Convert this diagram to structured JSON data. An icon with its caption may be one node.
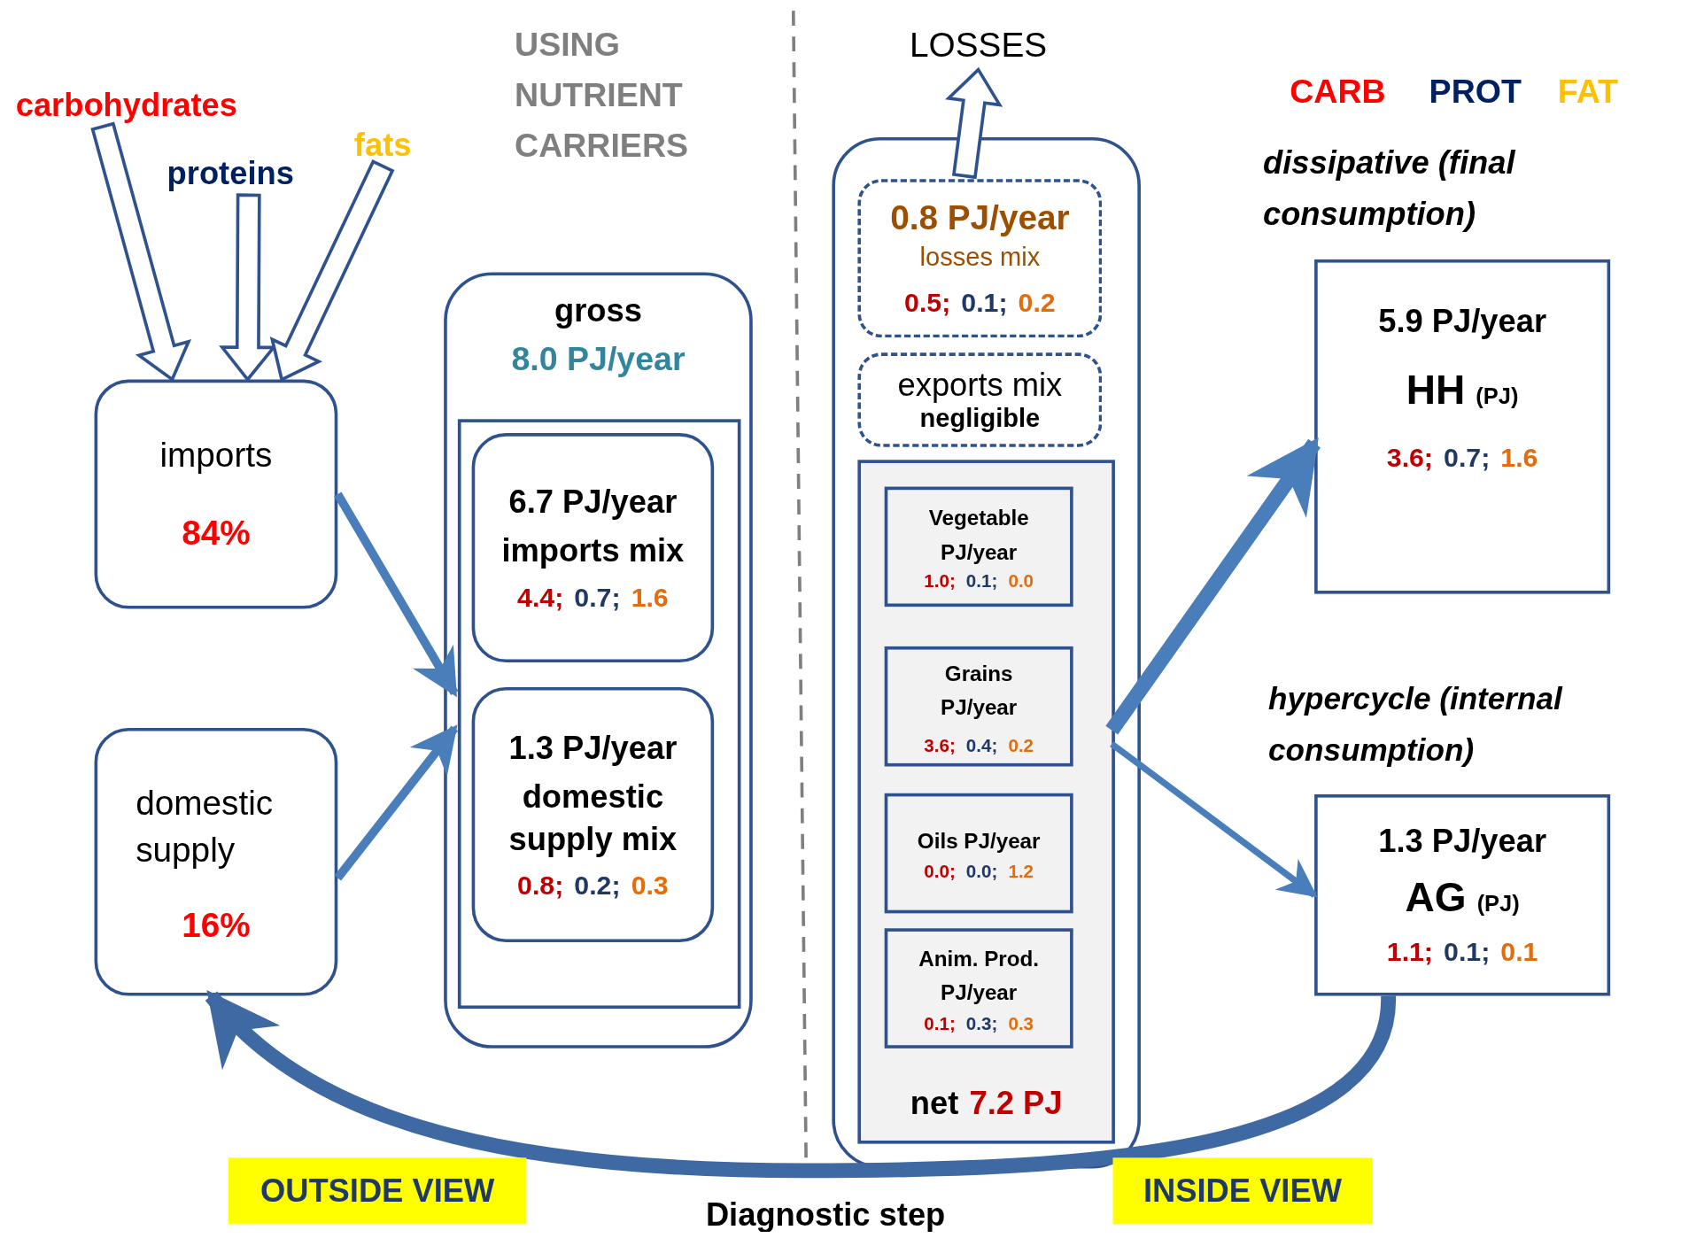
{
  "diagram": {
    "nodes": [
      {
        "text": [
          "carbohydrates"
        ]
      },
      {
        "text": [
          "proteins"
        ]
      },
      {
        "text": [
          "fats"
        ]
      },
      {
        "text": [
          "imports",
          "84%"
        ]
      },
      {
        "text": [
          "domestic supply",
          "16%"
        ]
      },
      {
        "text": [
          "gross",
          "8.0 PJ/year"
        ]
      },
      {
        "text": [],
        "shape": "box",
        "in": 5
      },
      {
        "text": [
          "6.7 PJ/year",
          "imports mix",
          "4.4;",
          "0.7;",
          "1.6"
        ],
        "in": 6
      },
      {
        "text": [
          "1.3 PJ/year",
          "domestic supply mix",
          "0.8;",
          "0.2;",
          "0.3"
        ],
        "in": 6
      },
      {
        "text": [],
        "shape": "box"
      },
      {
        "text": [
          "0.8 PJ/year",
          "losses mix",
          "0.5;",
          "0.1;",
          "0.2"
        ],
        "in": 9
      },
      {
        "text": [
          "exports mix",
          "negligible"
        ],
        "in": 9
      },
      {
        "text": [
          "net",
          "7.2 PJ"
        ],
        "in": 9
      },
      {
        "text": [
          "Vegetable PJ/year",
          "1.0;",
          "0.1;",
          "0.0"
        ],
        "in": 12
      },
      {
        "text": [
          "Grains PJ/year",
          "3.6;",
          "0.4;",
          "0.2"
        ],
        "in": 12
      },
      {
        "text": [
          "Oils PJ/year",
          "0.0;",
          "0.0;",
          "1.2"
        ],
        "in": 12
      },
      {
        "text": [
          "Anim. Prod. PJ/year",
          "0.1;",
          "0.3;",
          "0.3"
        ],
        "in": 12
      },
      {
        "text": [
          "LOSSES"
        ]
      },
      {
        "text": [
          "5.9  PJ/year",
          "HH",
          "(PJ)",
          "3.6;",
          "0.7;",
          "1.6"
        ]
      },
      {
        "text": [
          "1.3 PJ/year",
          "AG",
          "(PJ)",
          "1.1;",
          "0.1;",
          "0.1"
        ]
      }
    ],
    "edges": [
      {
        "from": 0,
        "to": 3,
        "arrow": "to",
        "style": "thick"
      },
      {
        "from": 1,
        "to": 3,
        "arrow": "to",
        "style": "thick"
      },
      {
        "from": 2,
        "to": 3,
        "arrow": "to",
        "style": "thick"
      },
      {
        "from": 3,
        "to": 6,
        "arrow": "to"
      },
      {
        "from": 4,
        "to": 6,
        "arrow": "to"
      },
      {
        "from": 10,
        "to": 17,
        "arrow": "to",
        "style": "thick"
      },
      {
        "from": 12,
        "to": 18,
        "arrow": "to"
      },
      {
        "from": 12,
        "to": 19,
        "arrow": "to"
      },
      {
        "from": 19,
        "to": 4,
        "arrow": "to",
        "color": "#3e69a3"
      }
    ],
    "labels": [
      "USING NUTRIENT CARRIERS",
      "CARB",
      "PROT",
      "FAT",
      "dissipative (final consumption)",
      "hypercycle (internal consumption)",
      "OUTSIDE VIEW",
      "INSIDE VIEW",
      "Diagnostic step"
    ]
  }
}
